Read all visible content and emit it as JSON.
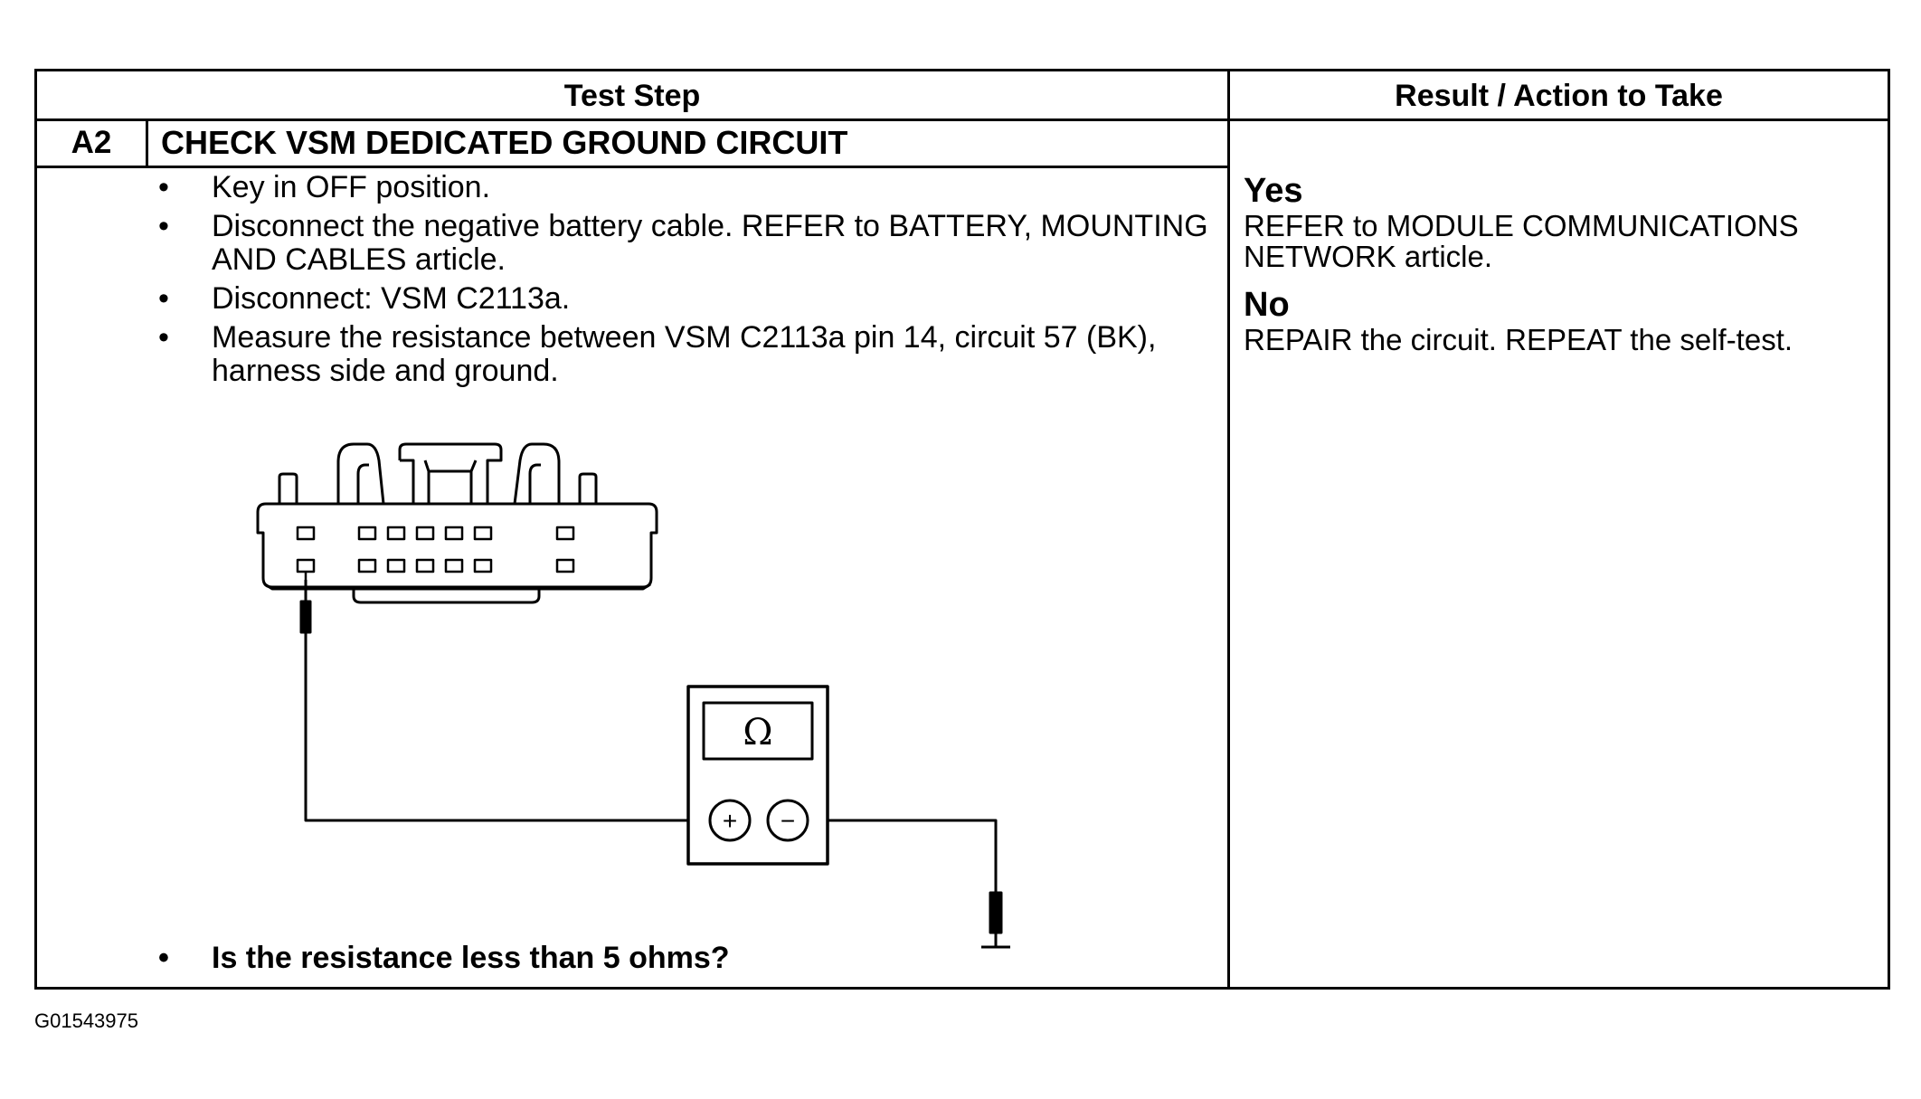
{
  "table": {
    "header_test_step": "Test Step",
    "header_result": "Result / Action to Take",
    "step_id": "A2",
    "step_title": "CHECK VSM DEDICATED GROUND CIRCUIT",
    "bullets": [
      "Key in OFF position.",
      "Disconnect the negative battery cable.  REFER to BATTERY, MOUNTING AND CABLES article.",
      "Disconnect: VSM C2113a.",
      "Measure the resistance between VSM C2113a pin 14, circuit 57 (BK), harness side and ground."
    ],
    "question": "Is the resistance less than 5 ohms?",
    "results": [
      {
        "label": "Yes",
        "action": "REFER to MODULE COMMUNICATIONS NETWORK article."
      },
      {
        "label": "No",
        "action": "REPAIR the circuit. REPEAT the self-test."
      }
    ]
  },
  "diagram": {
    "meter_symbol": "Ω",
    "plus_symbol": "+",
    "minus_symbol": "−"
  },
  "figure_id": "G01543975"
}
